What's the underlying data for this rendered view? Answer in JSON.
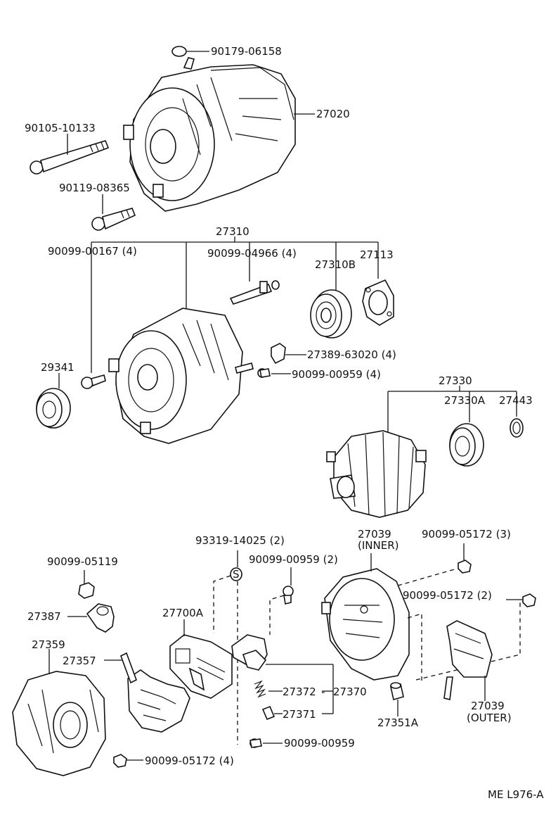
{
  "labels": {
    "p90179": "90179-06158",
    "p27020": "27020",
    "p90105": "90105-10133",
    "p90119": "90119-08365",
    "p27310": "27310",
    "p90099_00167": "90099-00167 (4)",
    "p90099_04966": "90099-04966 (4)",
    "p27310B": "27310B",
    "p27113": "27113",
    "p27389": "27389-63020 (4)",
    "p29341": "29341",
    "p90099_00959_4": "90099-00959 (4)",
    "p27330": "27330",
    "p27330A": "27330A",
    "p27443": "27443",
    "p93319": "93319-14025 (2)",
    "p27039_inner_1": "27039",
    "p27039_inner_2": "(INNER)",
    "p90099_05172_3": "90099-05172 (3)",
    "p90099_05119": "90099-05119",
    "p90099_00959_2": "90099-00959 (2)",
    "p90099_05172_2": "90099-05172 (2)",
    "p27387": "27387",
    "p27700A": "27700A",
    "p27359": "27359",
    "p27357": "27357",
    "p27372": "27372",
    "p27370": "27370",
    "p27371": "27371",
    "p27351A": "27351A",
    "p27039_outer_1": "27039",
    "p27039_outer_2": "(OUTER)",
    "p90099_00959": "90099-00959",
    "p90099_05172_4": "90099-05172 (4)",
    "code": "ME L976-A"
  }
}
